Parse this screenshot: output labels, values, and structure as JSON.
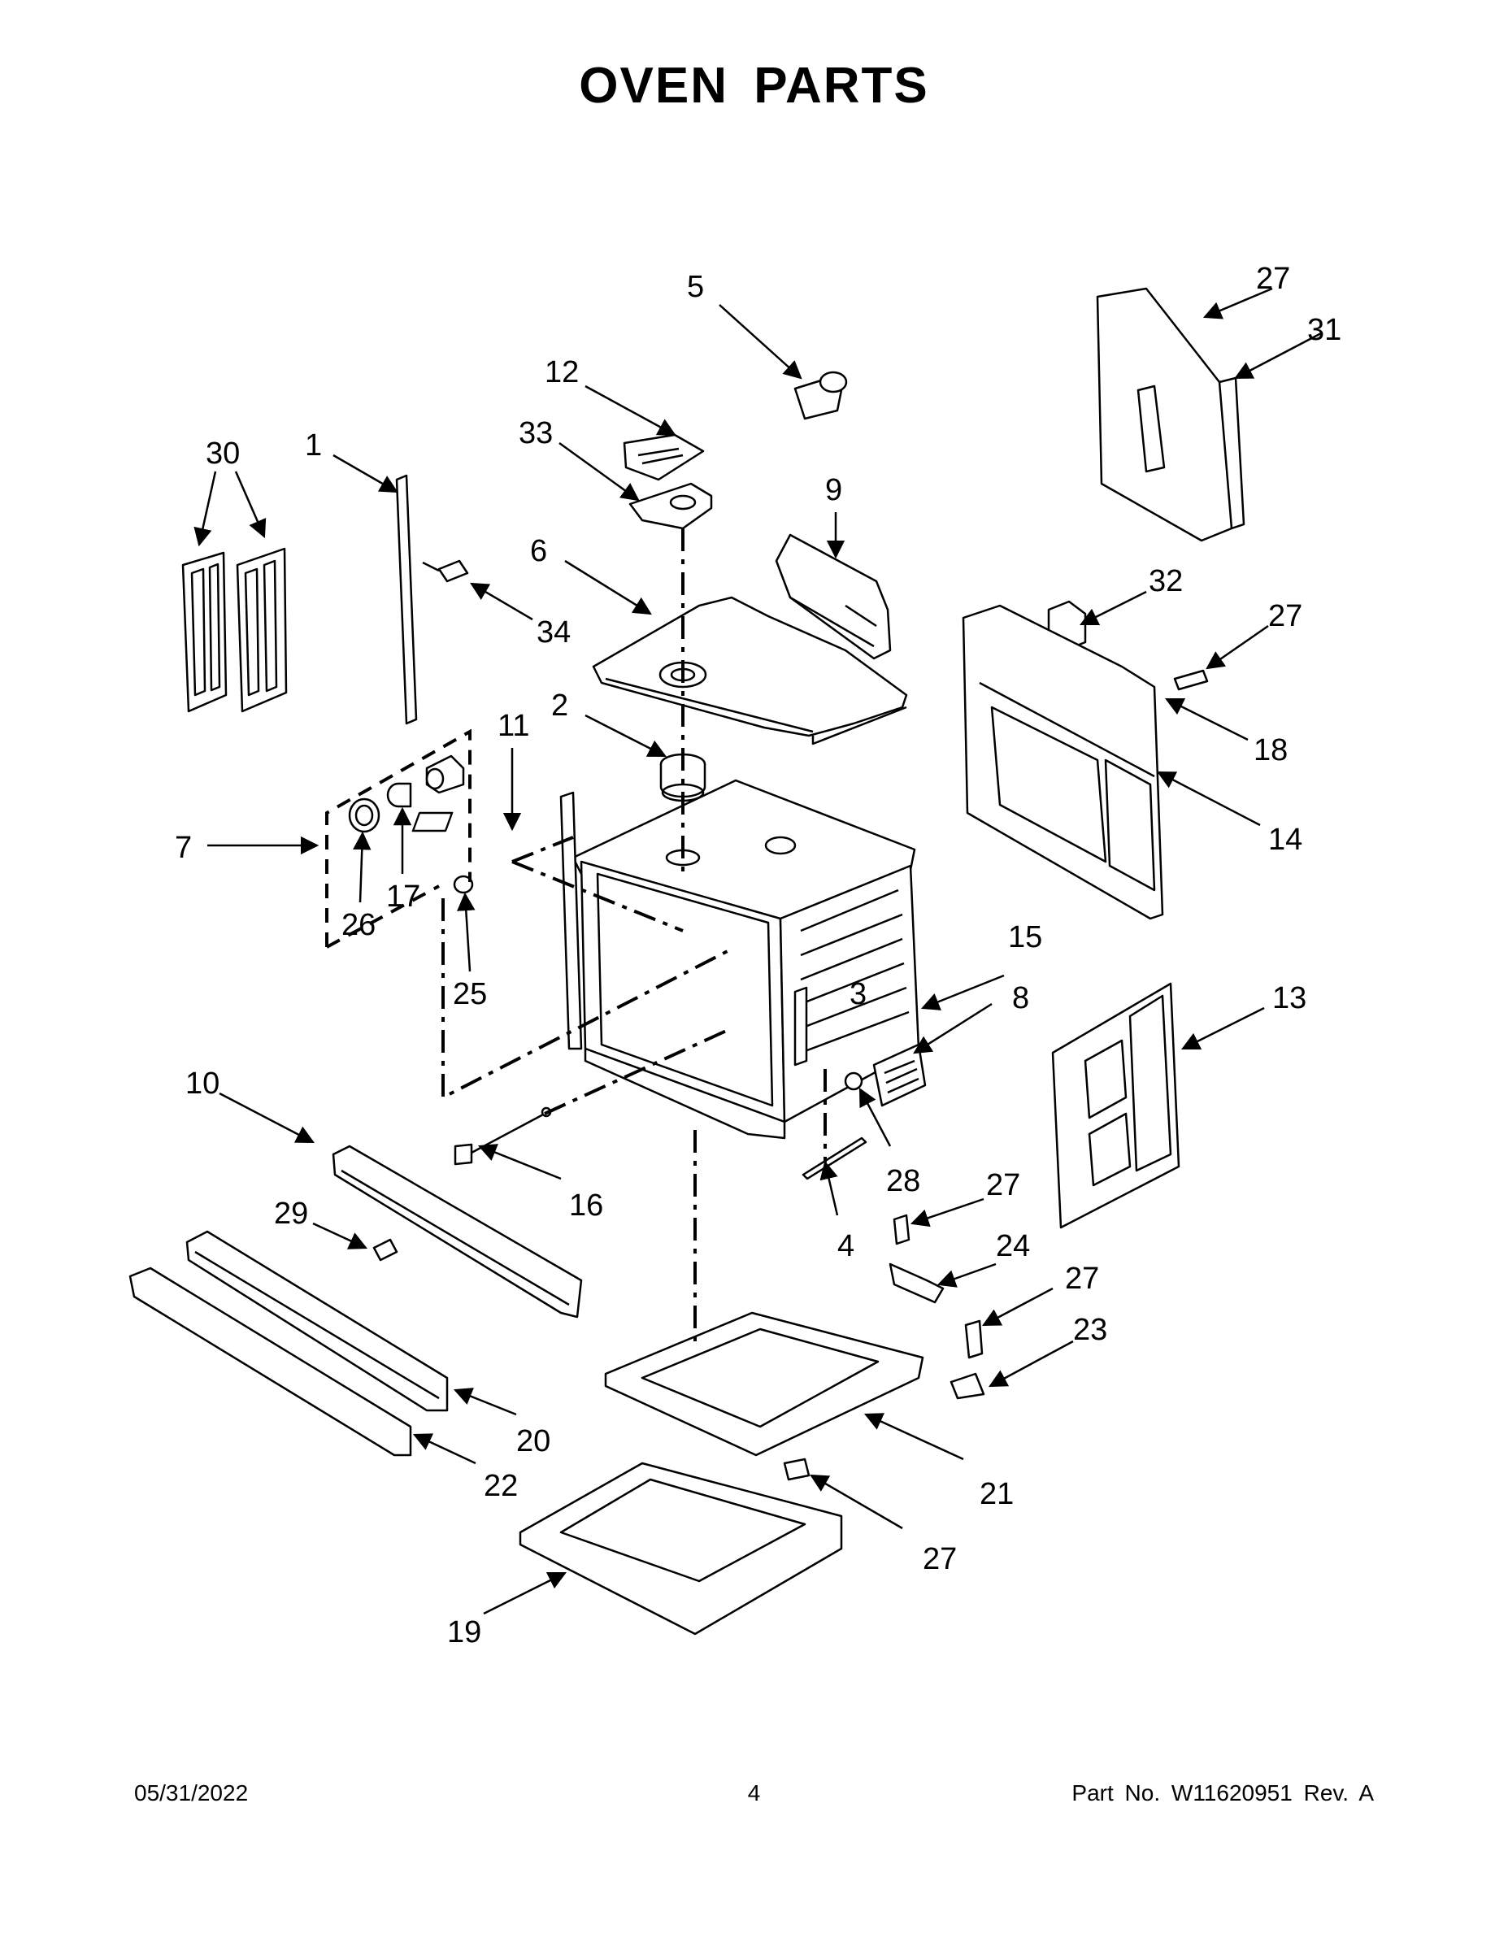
{
  "page": {
    "title": "OVEN PARTS"
  },
  "footer": {
    "date": "05/31/2022",
    "page_number": "4",
    "part_info": "Part No.  W11620951  Rev.  A"
  },
  "callouts": {
    "c1": "1",
    "c2": "2",
    "c3": "3",
    "c4": "4",
    "c5": "5",
    "c6": "6",
    "c7": "7",
    "c8": "8",
    "c9": "9",
    "c10": "10",
    "c11": "11",
    "c12": "12",
    "c13": "13",
    "c14": "14",
    "c15": "15",
    "c16": "16",
    "c17": "17",
    "c18": "18",
    "c19": "19",
    "c20": "20",
    "c21": "21",
    "c22": "22",
    "c23": "23",
    "c24": "24",
    "c25": "25",
    "c26": "26",
    "c27": "27",
    "c28": "28",
    "c29": "29",
    "c30": "30",
    "c31": "31",
    "c32": "32",
    "c33": "33",
    "c34": "34"
  }
}
